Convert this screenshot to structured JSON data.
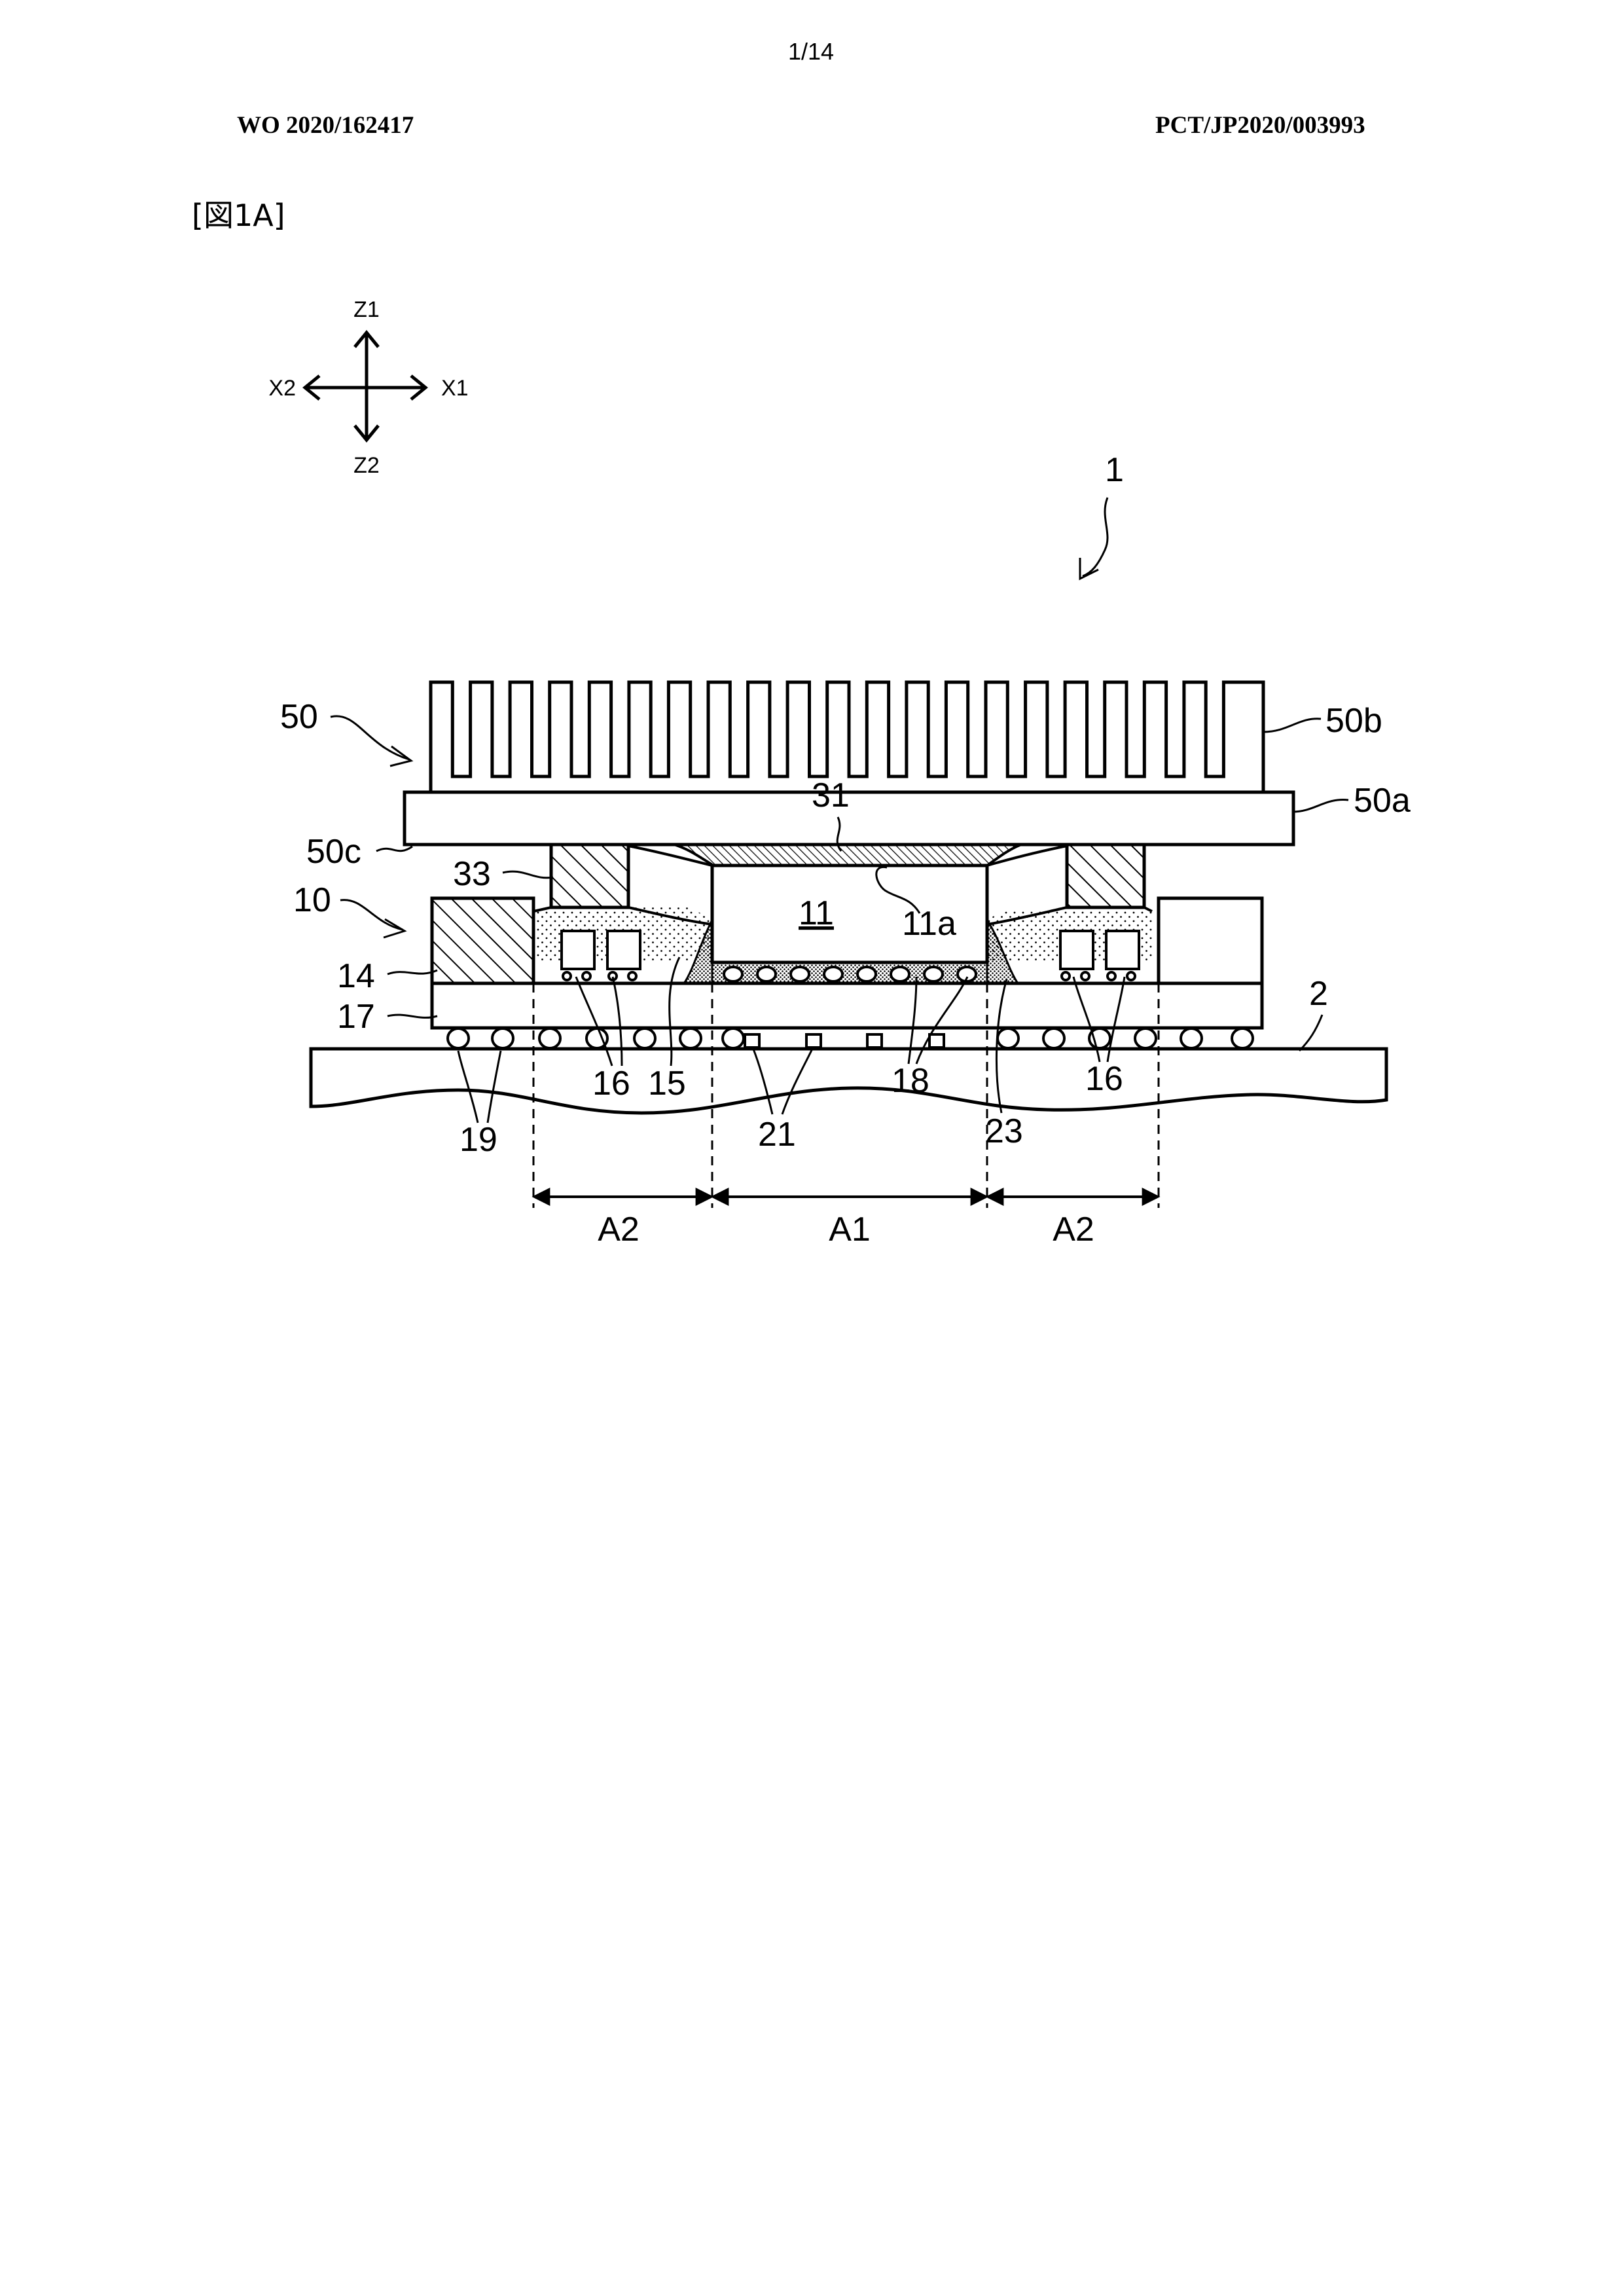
{
  "header": {
    "page_number": "1/14",
    "publication_number": "WO 2020/162417",
    "application_number": "PCT/JP2020/003993"
  },
  "figure_label": "[図1A]",
  "axes": {
    "up": "Z1",
    "down": "Z2",
    "left": "X2",
    "right": "X1"
  },
  "reference_labels": {
    "device": "1",
    "heat_sink": "50",
    "fins": "50b",
    "base_plate": "50a",
    "base_bottom": "50c",
    "package": "10",
    "spacer": "33",
    "tim": "31",
    "chip": "11",
    "chip_top": "11a",
    "left_block": "14",
    "substrate": "17",
    "board": "2",
    "components_left": "16",
    "components_right": "16",
    "underfill_region": "15",
    "board_pads": "21",
    "chip_bumps": "18",
    "underfill": "23",
    "board_balls": "19"
  },
  "regions": {
    "left": "A2",
    "center": "A1",
    "right": "A2"
  }
}
